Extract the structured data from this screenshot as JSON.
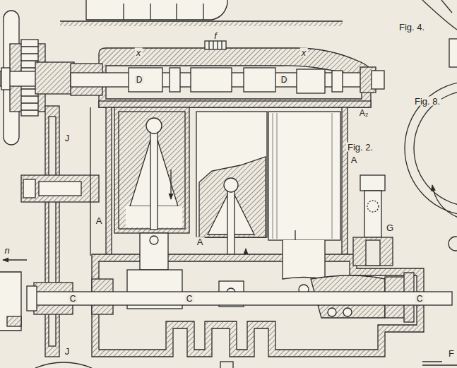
{
  "diagram": {
    "labels": [
      "Fig. 4.",
      "f",
      "x",
      "x",
      "D",
      "D",
      "Fig. 8.",
      "A₂",
      "J",
      "Fig. 2.",
      "A",
      "A",
      "G",
      "A",
      "n",
      "C",
      "C",
      "C",
      "J",
      "F"
    ]
  }
}
